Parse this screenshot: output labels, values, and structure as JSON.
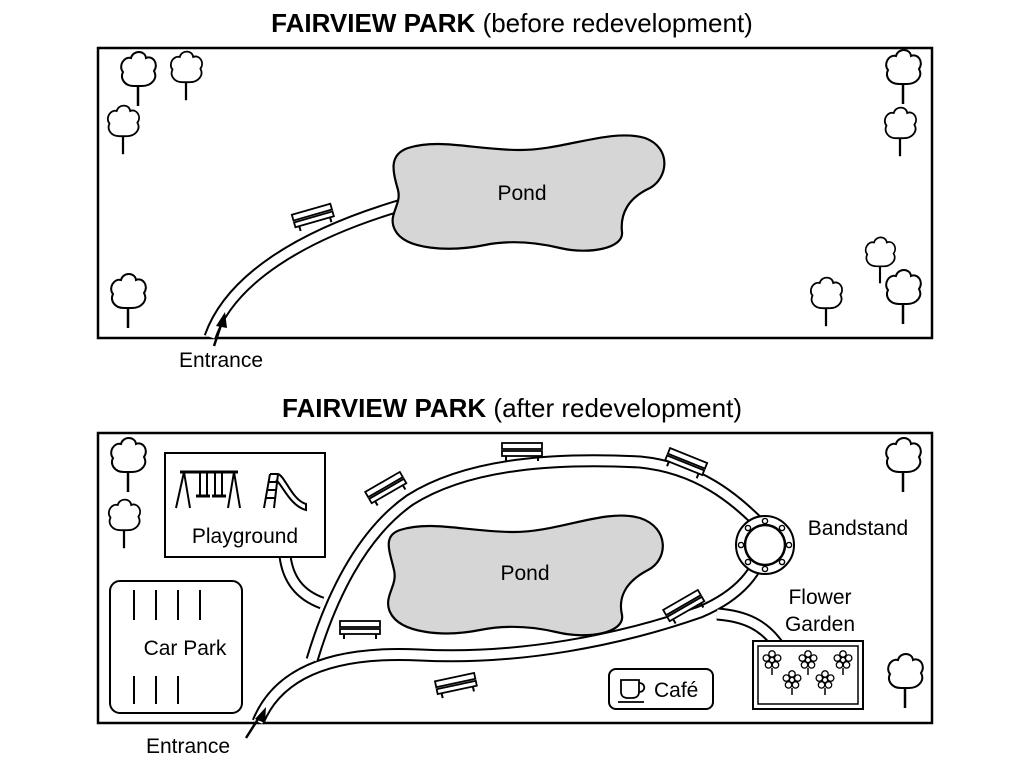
{
  "maps": {
    "before": {
      "title_bold": "FAIRVIEW PARK",
      "title_rest": "(before redevelopment)",
      "labels": {
        "pond": "Pond",
        "entrance": "Entrance"
      }
    },
    "after": {
      "title_bold": "FAIRVIEW PARK",
      "title_rest": "(after redevelopment)",
      "labels": {
        "pond": "Pond",
        "entrance": "Entrance",
        "playground": "Playground",
        "car_park": "Car Park",
        "bandstand": "Bandstand",
        "flower_garden_line1": "Flower",
        "flower_garden_line2": "Garden",
        "cafe": "Café"
      }
    }
  },
  "colors": {
    "pond_fill": "#d6d6d6",
    "ink": "#000000",
    "paper": "#ffffff"
  },
  "icons": [
    "tree-icon",
    "bench-icon",
    "swing-icon",
    "slide-icon",
    "cup-icon",
    "flower-icon",
    "arrow-icon"
  ]
}
